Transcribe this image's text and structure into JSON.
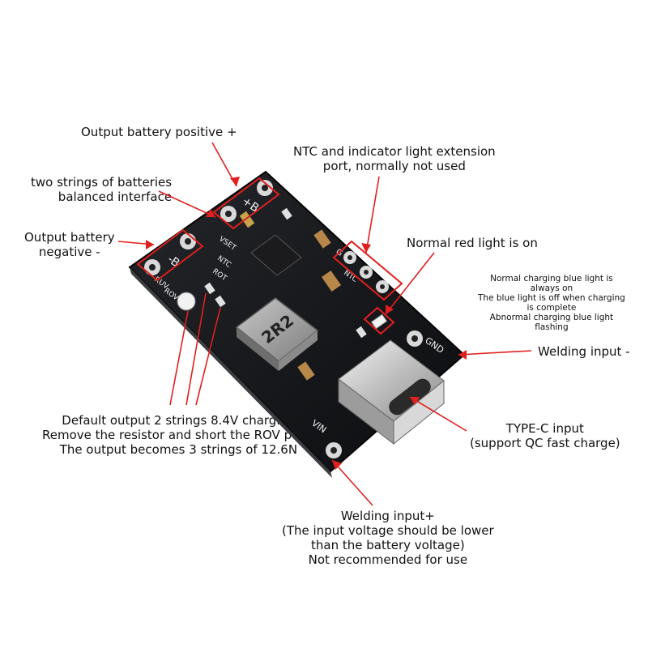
{
  "labels": {
    "battery_positive": "Output battery positive +",
    "balance_interface": [
      "two strings of batteries",
      "balanced interface"
    ],
    "battery_negative": [
      "Output battery",
      "negative -"
    ],
    "ntc_port": [
      "NTC and indicator light extension",
      "port, normally not used"
    ],
    "red_light": "Normal red light is on",
    "blue_light_notes": [
      "Normal charging blue light is",
      "always on",
      "The blue light is off when charging",
      "is complete",
      "Abnormal charging blue light",
      "flashing"
    ],
    "welding_input_neg": "Welding input -",
    "default_output": [
      "Default output 2 strings 8.4V charging",
      "Remove the resistor and short the ROV point",
      "The output becomes 3 strings of 12.6N"
    ],
    "type_c": [
      "TYPE-C input",
      "(support QC fast charge)"
    ],
    "welding_input_pos": [
      "Welding input+",
      "(The input voltage should be lower",
      "than the battery voltage)",
      "Not recommended for use"
    ]
  },
  "board": {
    "inductor_marking": "2R2",
    "silk_bminus": "-B",
    "silk_bplus": "+B",
    "silk_vset": "VSET",
    "silk_ntc": "NTC",
    "silk_rot": "ROT",
    "silk_ntc2": "NTC",
    "silk_g": "G",
    "silk_ruv": "RUV",
    "silk_rov": "ROV",
    "silk_gnd": "GND",
    "silk_vin": "VIN"
  },
  "colors": {
    "board": "#131417",
    "pointer": "#e0201e",
    "pad": "#e8e8e8"
  }
}
